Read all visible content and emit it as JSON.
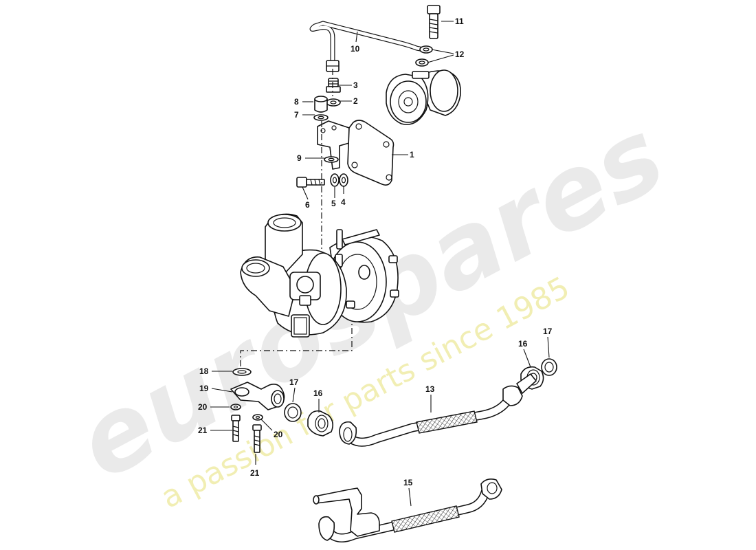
{
  "watermark": {
    "brand": "eurospares",
    "tagline": "a passion for parts since 1985",
    "colors": {
      "brand": "#d9d9d9",
      "tagline": "#ece89a"
    }
  },
  "callouts": [
    "1",
    "2",
    "3",
    "4",
    "5",
    "6",
    "7",
    "8",
    "9",
    "10",
    "11",
    "12",
    "13",
    "15",
    "16",
    "16",
    "17",
    "17",
    "18",
    "19",
    "20",
    "20",
    "21",
    "21"
  ]
}
